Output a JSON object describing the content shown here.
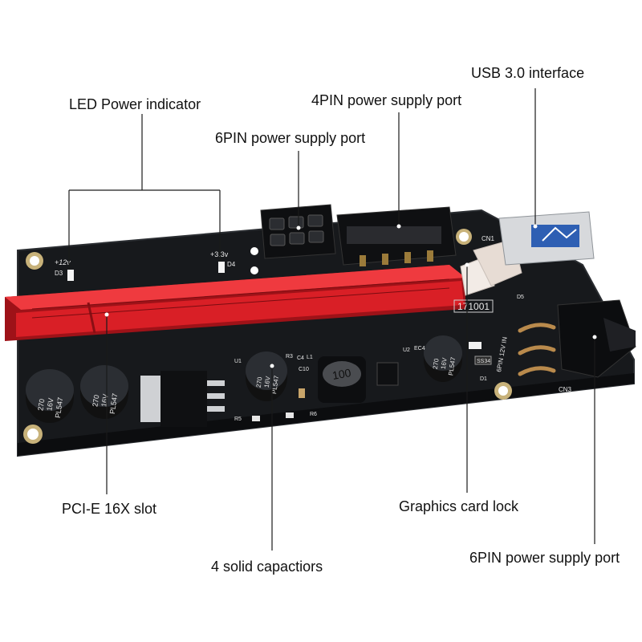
{
  "callouts": {
    "usb": "USB 3.0 interface",
    "pin4": "4PIN power supply port",
    "led": "LED Power indicator",
    "pin6_top": "6PIN power supply port",
    "pcie": "PCI-E 16X slot",
    "lock": "Graphics card lock",
    "caps": "4 solid capactiors",
    "pin6_right": "6PIN power supply port"
  },
  "board_markings": {
    "led_12v": "+12v",
    "led_33v": "+3.3v",
    "d3": "D3",
    "d4": "D4",
    "cn1": "CN1",
    "code": "171001",
    "cap_left_1": [
      "270",
      "16V",
      "PL547"
    ],
    "cap_left_2": [
      "270",
      "16V",
      "PL547"
    ],
    "cap_mid": [
      "270",
      "16V",
      "PL547"
    ],
    "cap_right": [
      "270",
      "16V",
      "PL547"
    ],
    "inductor": "100",
    "u1": "U1",
    "u2": "U2",
    "r3": "R3",
    "c4": "C4",
    "l1": "L1",
    "c10": "C10",
    "ec4": "EC4",
    "r5": "R5",
    "r6": "R6",
    "d1": "D1",
    "d5": "D5",
    "cn3": "CN3",
    "ss34": "SS34",
    "input_label": "6PIN 12V IN"
  },
  "colors": {
    "pcb": "#17191c",
    "pcb_edge": "#2a2d31",
    "slot_red": "#d91f26",
    "slot_dark_red": "#9e1218",
    "leader": "#1a1a1a",
    "connector_white": "#f2ebe6",
    "usb_blue": "#2e5fb3"
  }
}
